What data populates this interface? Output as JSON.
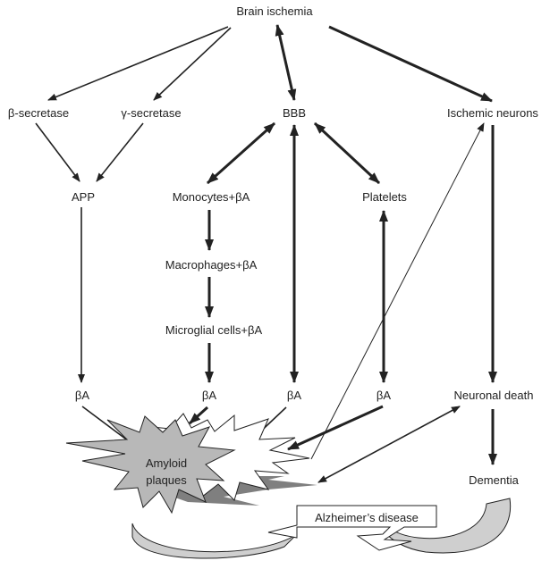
{
  "nodes": {
    "brain_ischemia": "Brain ischemia",
    "beta_secretase": "β-secretase",
    "gamma_secretase": "γ-secretase",
    "bbb": "BBB",
    "ischemic_neurons": "Ischemic neurons",
    "app": "APP",
    "monocytes": "Monocytes+βA",
    "platelets": "Platelets",
    "macrophages": "Macrophages+βA",
    "microglial": "Microglial cells+βA",
    "ba_1": "βA",
    "ba_2": "βA",
    "ba_3": "βA",
    "ba_4": "βA",
    "neuronal_death": "Neuronal death",
    "amyloid_line1": "Amyloid",
    "amyloid_line2": "plaques",
    "dementia": "Dementia",
    "alzheimers": "Alzheimer’s disease"
  },
  "colors": {
    "ink": "#222222",
    "plaque_fill": "#b8b8b8",
    "plaque_shadow": "#7f7f7f",
    "band_fill": "#cfcfcf"
  }
}
